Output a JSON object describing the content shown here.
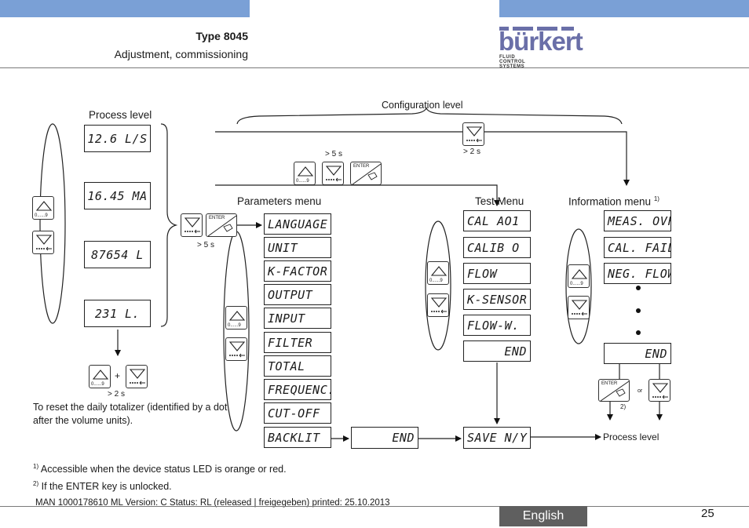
{
  "header": {
    "title": "Type 8045",
    "subtitle": "Adjustment, commissioning",
    "logo_name": "bürkert",
    "logo_tagline": "FLUID CONTROL SYSTEMS",
    "brand_color": "#7aa0d6"
  },
  "diagram": {
    "process_level_label": "Process level",
    "configuration_level_label": "Configuration level",
    "parameters_menu_label": "Parameters menu",
    "test_menu_label": "Test Menu",
    "information_menu_label": "Information menu",
    "information_menu_note": "1)",
    "process_displays": [
      "12.6 L/S",
      "16.45 MA",
      "87654 L",
      "231 L."
    ],
    "parameters_items": [
      "LANGUAGE",
      "UNIT",
      "K-FACTOR",
      "OUTPUT",
      "INPUT",
      "FILTER",
      "TOTAL",
      "FREQUENC.",
      "CUT-OFF",
      "BACKLIT"
    ],
    "test_items": [
      "CAL AO1",
      "CALIB O",
      "FLOW",
      "K-SENSOR",
      "FLOW-W.",
      "END"
    ],
    "information_items": [
      "MEAS. OVF",
      "CAL. FAIL",
      "NEG. FLOW"
    ],
    "information_end": "END",
    "end_label": "END",
    "save_label": "SAVE N/Y",
    "timing_5s": "> 5 s",
    "timing_2s": "> 2 s",
    "plus_sign": "+",
    "or_label": "or",
    "note_2": "2)",
    "process_level_return": "Process level",
    "reset_note": "To reset the daily totalizer (identified by a dot after the volume units).",
    "key_up_label": "0......9",
    "key_enter_label": "ENTER"
  },
  "footnotes": {
    "note1_mark": "1)",
    "note1": "Accessible when the device status LED is orange or red.",
    "note2_mark": "2)",
    "note2": "If the ENTER key is unlocked."
  },
  "footer": {
    "doc_info": "MAN  1000178610  ML  Version: C Status: RL (released | freigegeben)  printed: 25.10.2013",
    "language": "English",
    "page": "25"
  }
}
